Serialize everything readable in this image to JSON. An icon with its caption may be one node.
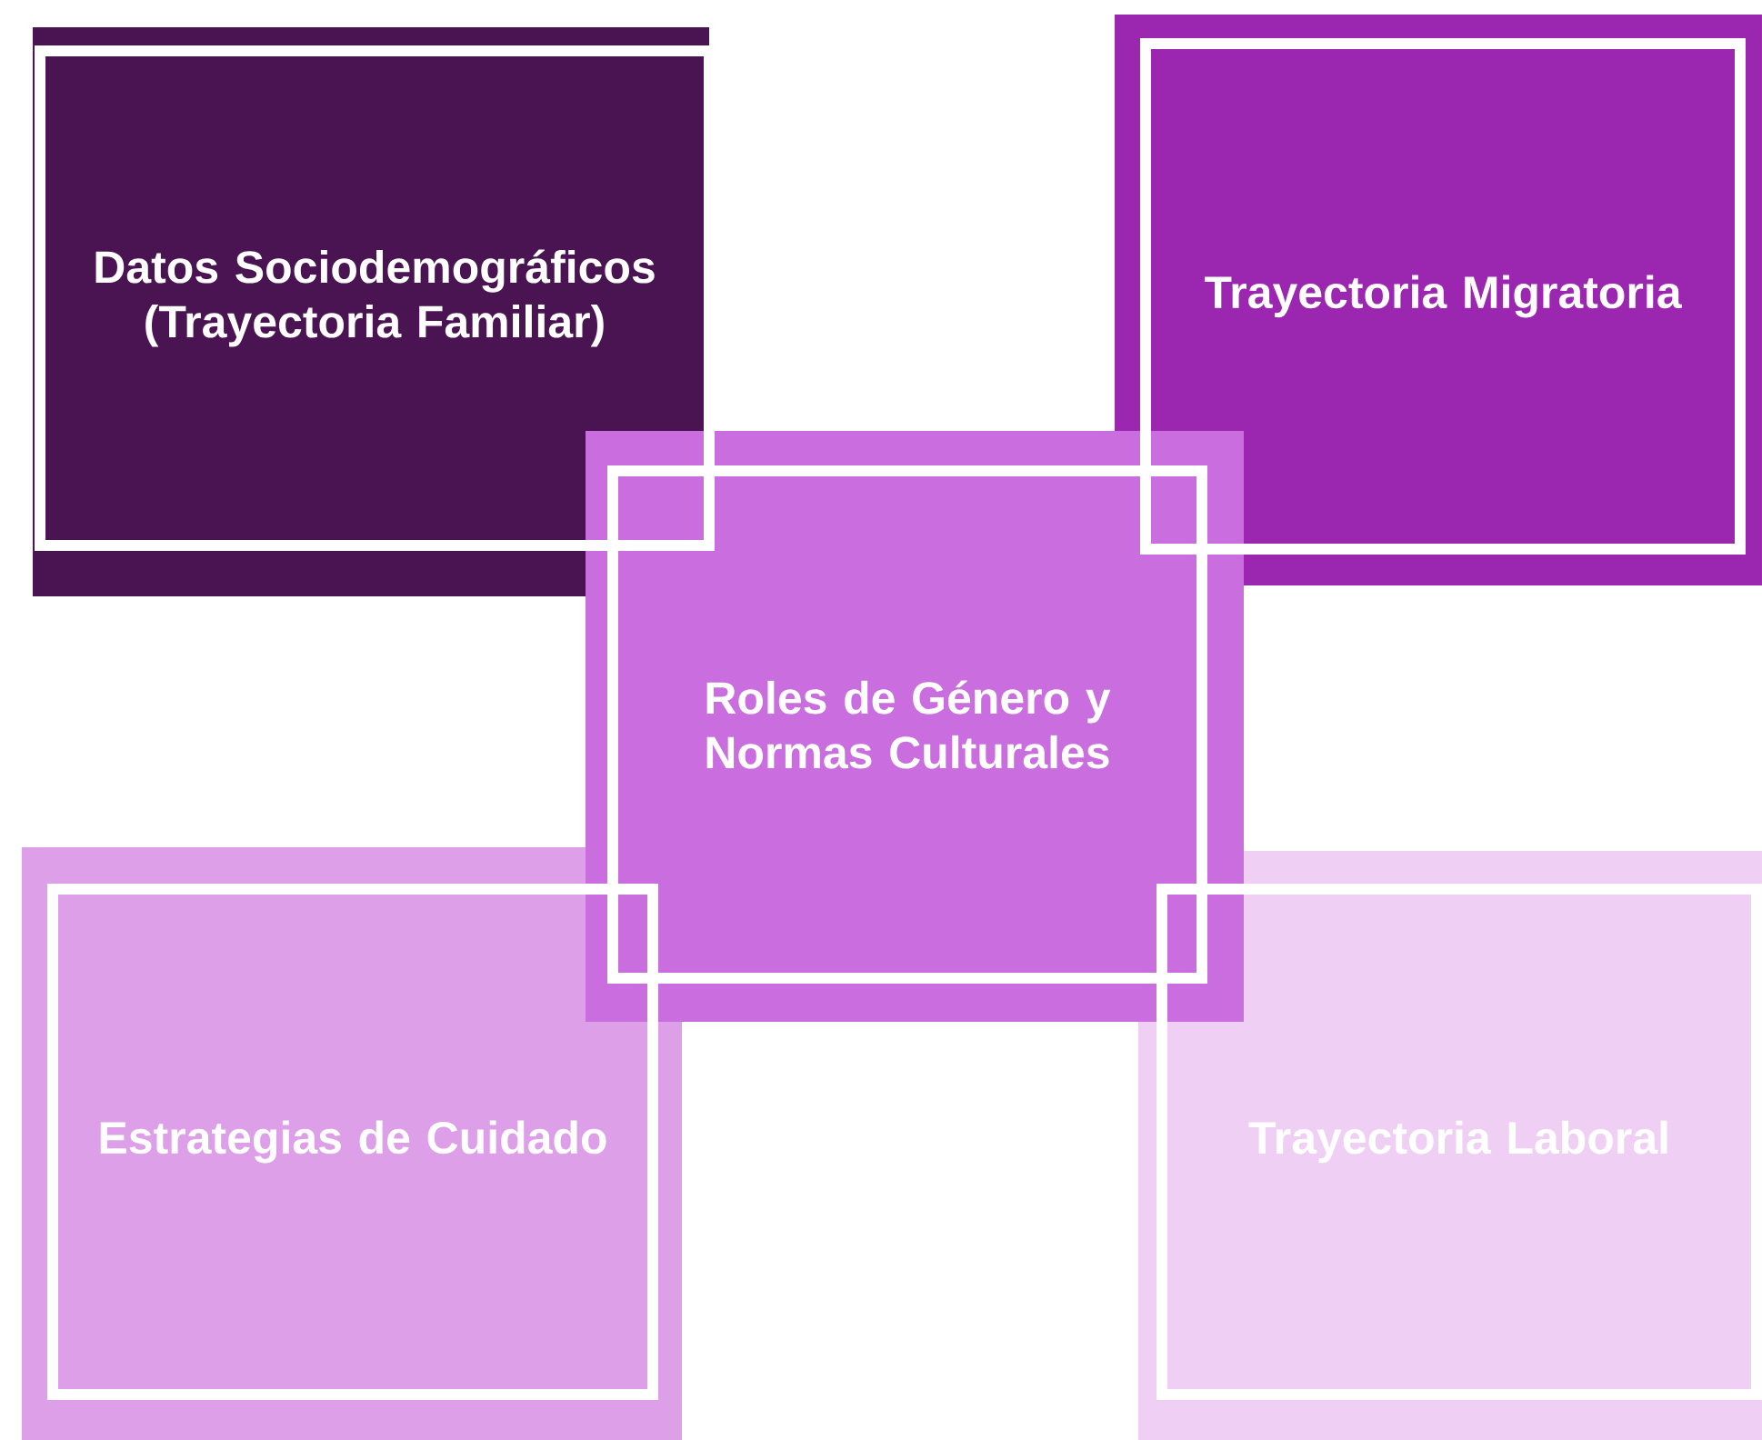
{
  "diagram": {
    "nodes": [
      {
        "text": [
          "Datos Sociodemográficos (Trayectoria Familiar)"
        ]
      },
      {
        "text": [
          "Trayectoria Migratoria"
        ]
      },
      {
        "text": [
          "Roles de Género y Normas Culturales"
        ]
      },
      {
        "text": [
          "Estrategias de Cuidado"
        ]
      },
      {
        "text": [
          "Trayectoria Laboral"
        ]
      }
    ]
  }
}
